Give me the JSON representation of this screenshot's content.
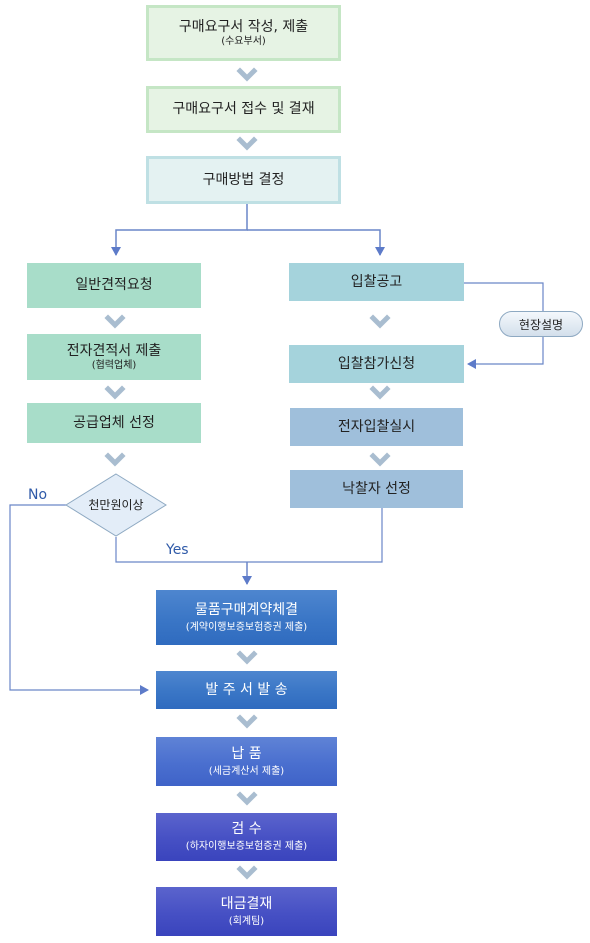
{
  "steps": {
    "s1": {
      "title": "구매요구서 작성, 제출",
      "sub": "(수요부서)"
    },
    "s2": {
      "title": "구매요구서 접수 및 결재"
    },
    "s3": {
      "title": "구매방법 결정"
    },
    "general": {
      "g1": {
        "title": "일반견적요청"
      },
      "g2": {
        "title": "전자견적서 제출",
        "sub": "(협력업체)"
      },
      "g3": {
        "title": "공급업체 선정"
      },
      "decision": {
        "title": "천만원이상"
      }
    },
    "bid": {
      "b1": {
        "title": "입찰공고"
      },
      "b2": {
        "title": "입찰참가신청"
      },
      "b3": {
        "title": "전자입찰실시"
      },
      "b4": {
        "title": "낙찰자 선정"
      },
      "site": {
        "title": "현장설명"
      }
    },
    "contract": {
      "title": "물품구매계약체결",
      "sub": "(계약이행보증보험증권 제출)"
    },
    "order": {
      "title": "발 주 서 발 송"
    },
    "delivery": {
      "title": "납    품",
      "sub": "(세금계산서 제출)"
    },
    "inspect": {
      "title": "검    수",
      "sub": "(하자이행보증보험증권 제출)"
    },
    "payment": {
      "title": "대금결재",
      "sub": "(회계팀)"
    }
  },
  "labels": {
    "no": "No",
    "yes": "Yes"
  },
  "colors": {
    "arrow": "#5d7bc9",
    "chevron": "#a9bdd0",
    "line": "#6a86c8"
  }
}
